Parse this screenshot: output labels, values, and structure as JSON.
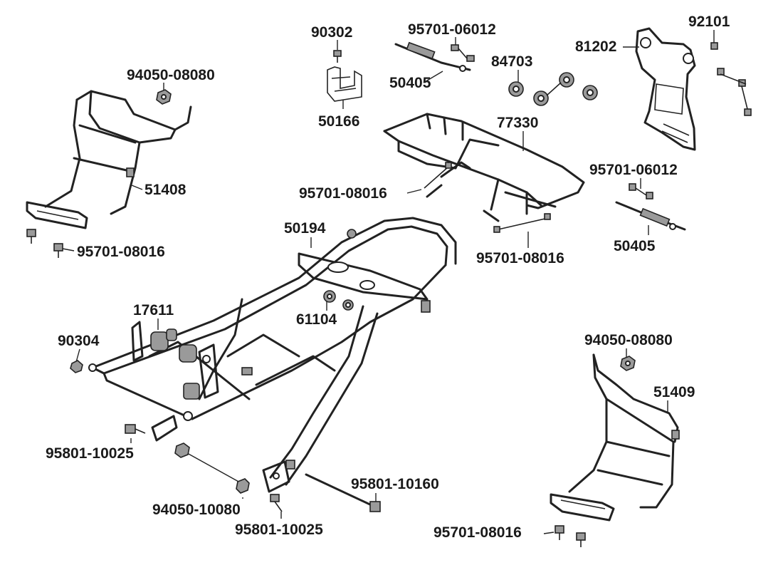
{
  "labels": {
    "p90302": "90302",
    "p95701_06012_top": "95701-06012",
    "p92101": "92101",
    "p81202": "81202",
    "p94050_08080_left": "94050-08080",
    "p50405_top": "50405",
    "p84703": "84703",
    "p50166": "50166",
    "p77330": "77330",
    "p51408": "51408",
    "p95701_06012_right": "95701-06012",
    "p95701_08016_mid": "95701-08016",
    "p95701_08016_left": "95701-08016",
    "p50194": "50194",
    "p50405_right": "50405",
    "p95701_08016_right": "95701-08016",
    "p17611": "17611",
    "p61104": "61104",
    "p90304": "90304",
    "p94050_08080_right": "94050-08080",
    "p51409": "51409",
    "p95801_10025_left": "95801-10025",
    "p95801_10160": "95801-10160",
    "p94050_10080": "94050-10080",
    "p95801_10025_bottom": "95801-10025",
    "p95701_08016_bottom": "95701-08016"
  }
}
